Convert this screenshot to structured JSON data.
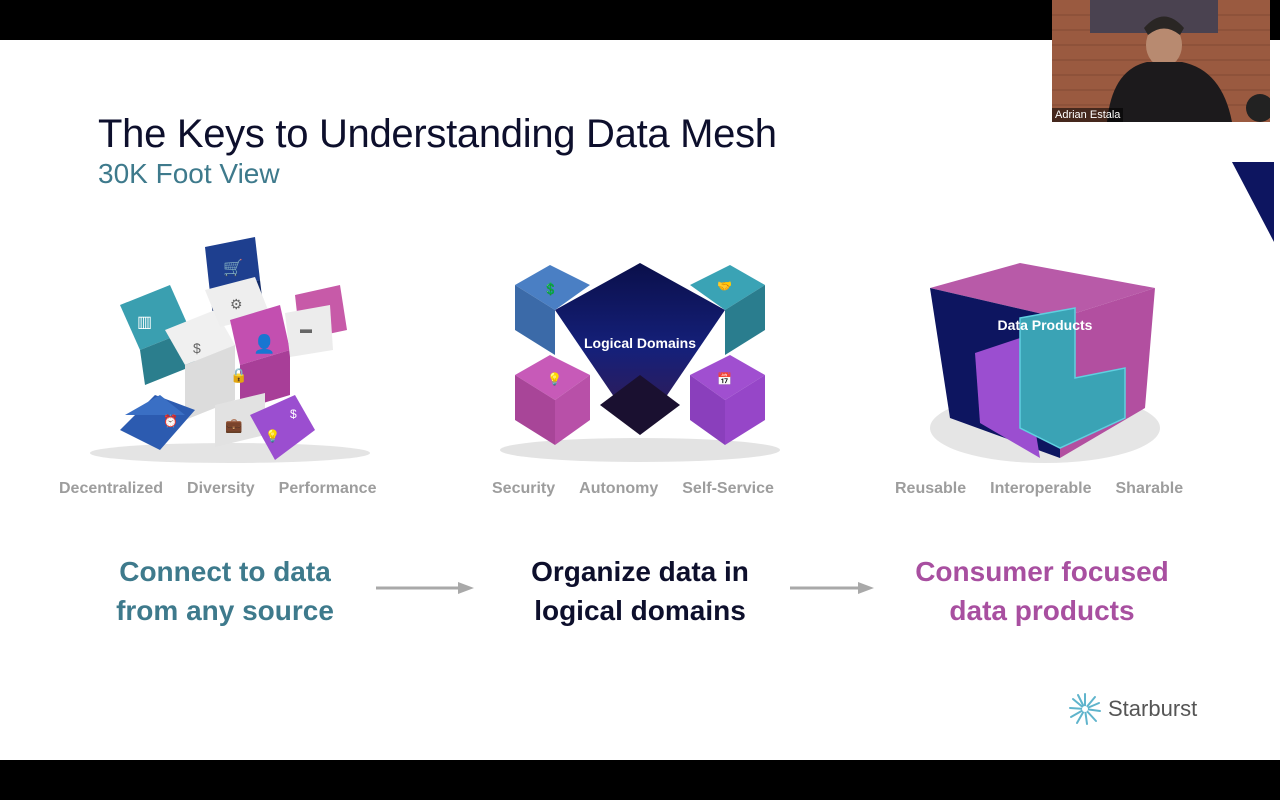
{
  "slide": {
    "title": "The Keys to Understanding Data Mesh",
    "subtitle": "30K Foot View",
    "columns": [
      {
        "keywords": [
          "Decentralized",
          "Diversity",
          "Performance"
        ],
        "heading_line1": "Connect to data",
        "heading_line2": "from any source",
        "heading_color": "#3e7a8c",
        "illustration_label": ""
      },
      {
        "keywords": [
          "Security",
          "Autonomy",
          "Self-Service"
        ],
        "heading_line1": "Organize data in",
        "heading_line2": "logical domains",
        "heading_color": "#0d0f2c",
        "illustration_label": "Logical Domains"
      },
      {
        "keywords": [
          "Reusable",
          "Interoperable",
          "Sharable"
        ],
        "heading_line1": "Consumer focused",
        "heading_line2": "data products",
        "heading_color": "#a84fa0",
        "illustration_label": "Data Products"
      }
    ],
    "logo_text": "Starburst"
  },
  "video": {
    "participant_name": "Adrian Estala"
  },
  "colors": {
    "navy": "#0d1560",
    "teal": "#3a9fb0",
    "magenta": "#b14fa8",
    "purple": "#8a3fc0",
    "arrow": "#a9a9a9"
  }
}
